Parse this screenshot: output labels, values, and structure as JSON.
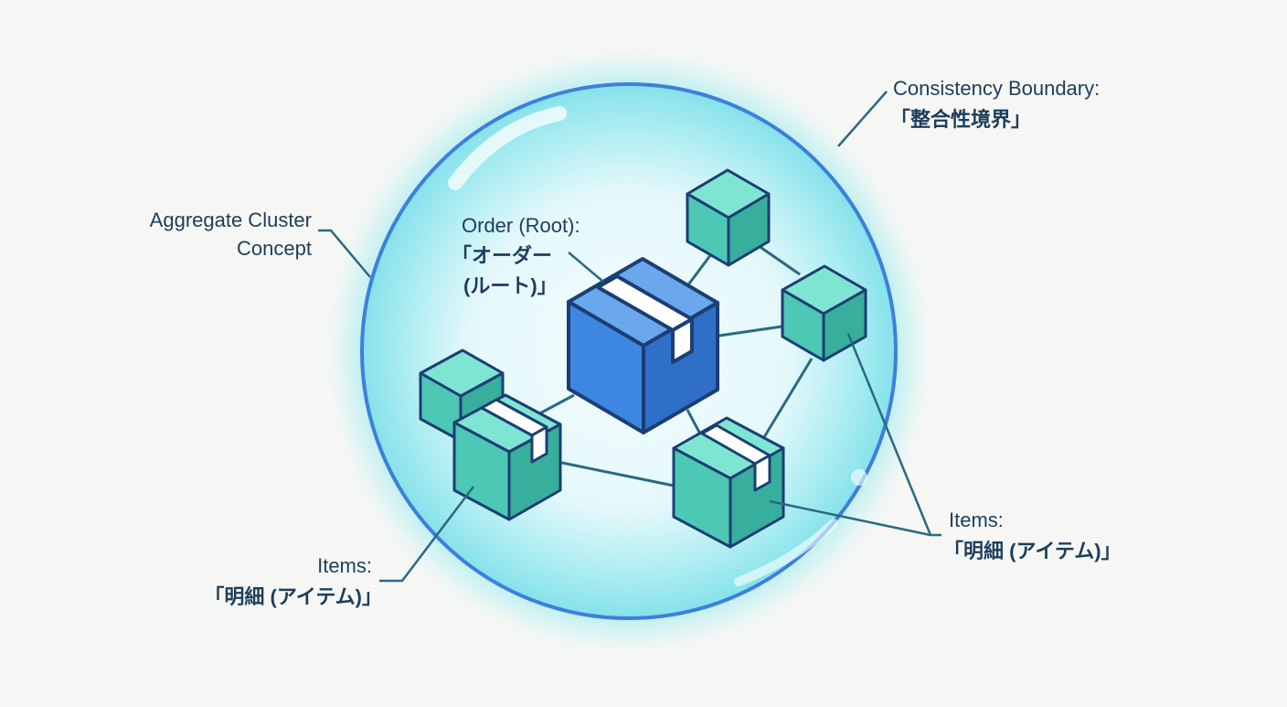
{
  "labels": {
    "boundary_en": "Consistency Boundary:",
    "boundary_ja": "「整合性境界」",
    "cluster_line1": "Aggregate Cluster",
    "cluster_line2": "Concept",
    "root_en": "Order (Root):",
    "root_ja1": "「オーダー",
    "root_ja2": "(ルート)」",
    "items_left_en": "Items:",
    "items_left_ja": "「明細 (アイテム)」",
    "items_right_en": "Items:",
    "items_right_ja": "「明細 (アイテム)」"
  },
  "colors": {
    "root": "#3d87e0",
    "item": "#4cc8b4",
    "outline": "#1b3e73",
    "bubble_edge": "#3d7fdc",
    "glow": "#7fe6ee",
    "leader": "#2a6a80"
  }
}
